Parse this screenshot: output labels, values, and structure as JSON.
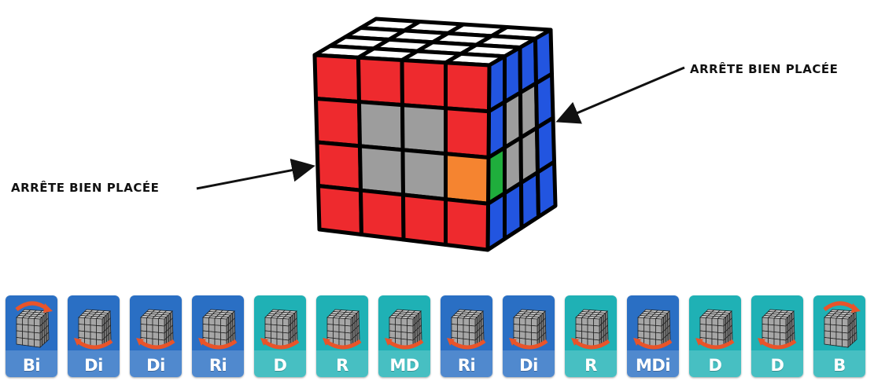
{
  "annotations": {
    "left_label": "ARRÊTE BIEN PLACÉE",
    "right_label": "ARRÊTE BIEN PLACÉE"
  },
  "cube": {
    "front_face": [
      [
        "red",
        "red",
        "red",
        "red"
      ],
      [
        "red",
        "gray",
        "gray",
        "red"
      ],
      [
        "red",
        "gray",
        "gray",
        "orange"
      ],
      [
        "red",
        "red",
        "red",
        "red"
      ]
    ],
    "right_face": [
      [
        "blue",
        "blue",
        "blue",
        "blue"
      ],
      [
        "blue",
        "gray",
        "gray",
        "blue"
      ],
      [
        "green",
        "gray",
        "gray",
        "blue"
      ],
      [
        "blue",
        "blue",
        "blue",
        "blue"
      ]
    ],
    "top_face": "white"
  },
  "colors": {
    "red": "#ee2a2e",
    "gray": "#9d9d9d",
    "orange": "#f58430",
    "blue": "#2255e0",
    "green": "#1fae3c",
    "white": "#ffffff",
    "tile_blue": "#2a6fc4",
    "tile_teal": "#1fb1b5"
  },
  "moves": [
    {
      "label": "Bi",
      "color": "blue",
      "icon": "rotate-back-icon"
    },
    {
      "label": "Di",
      "color": "blue",
      "icon": "bottom-turn-left-icon"
    },
    {
      "label": "Di",
      "color": "blue",
      "icon": "bottom-turn-left-icon"
    },
    {
      "label": "Ri",
      "color": "blue",
      "icon": "right-turn-down-icon"
    },
    {
      "label": "D",
      "color": "teal",
      "icon": "bottom-turn-right-icon"
    },
    {
      "label": "R",
      "color": "teal",
      "icon": "right-turn-up-icon"
    },
    {
      "label": "MD",
      "color": "teal",
      "icon": "middle-slice-right-icon"
    },
    {
      "label": "Ri",
      "color": "blue",
      "icon": "right-turn-down-icon"
    },
    {
      "label": "Di",
      "color": "blue",
      "icon": "bottom-turn-left-icon"
    },
    {
      "label": "R",
      "color": "teal",
      "icon": "right-turn-up-icon"
    },
    {
      "label": "MDi",
      "color": "blue",
      "icon": "middle-slice-left-icon"
    },
    {
      "label": "D",
      "color": "teal",
      "icon": "bottom-turn-right-icon"
    },
    {
      "label": "D",
      "color": "teal",
      "icon": "bottom-turn-right-icon"
    },
    {
      "label": "B",
      "color": "teal",
      "icon": "rotate-back-icon"
    }
  ]
}
